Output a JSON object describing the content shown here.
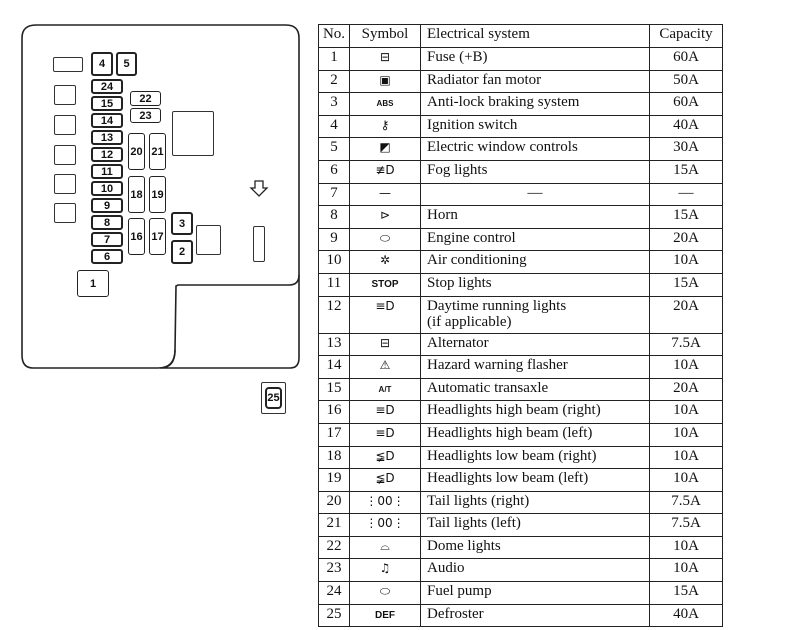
{
  "diagram": {
    "title": "Fuse box layout",
    "arrow_icon": "down-arrow-icon",
    "fuses": [
      {
        "no": "4"
      },
      {
        "no": "5"
      },
      {
        "no": "24"
      },
      {
        "no": "15"
      },
      {
        "no": "14"
      },
      {
        "no": "13"
      },
      {
        "no": "12"
      },
      {
        "no": "11"
      },
      {
        "no": "10"
      },
      {
        "no": "9"
      },
      {
        "no": "8"
      },
      {
        "no": "7"
      },
      {
        "no": "6"
      },
      {
        "no": "1"
      },
      {
        "no": "22"
      },
      {
        "no": "23"
      },
      {
        "no": "20"
      },
      {
        "no": "21"
      },
      {
        "no": "18"
      },
      {
        "no": "19"
      },
      {
        "no": "16"
      },
      {
        "no": "17"
      },
      {
        "no": "3"
      },
      {
        "no": "2"
      }
    ],
    "separate_fuse": "25"
  },
  "table": {
    "headers": {
      "no": "No.",
      "symbol": "Symbol",
      "system": "Electrical system",
      "capacity": "Capacity"
    },
    "rows": [
      {
        "no": "1",
        "symbol": "battery-icon",
        "glyph": "⊟",
        "system": "Fuse (+B)",
        "capacity": "60A"
      },
      {
        "no": "2",
        "symbol": "radiator-fan-icon",
        "glyph": "▣",
        "system": "Radiator fan motor",
        "capacity": "50A"
      },
      {
        "no": "3",
        "symbol": "abs-icon",
        "glyph": "ABS",
        "system": "Anti-lock braking system",
        "capacity": "60A"
      },
      {
        "no": "4",
        "symbol": "ignition-key-icon",
        "glyph": "⚷",
        "system": "Ignition switch",
        "capacity": "40A"
      },
      {
        "no": "5",
        "symbol": "power-window-icon",
        "glyph": "◩",
        "system": "Electric window controls",
        "capacity": "30A"
      },
      {
        "no": "6",
        "symbol": "fog-light-icon",
        "glyph": "≢D",
        "system": "Fog lights",
        "capacity": "15A"
      },
      {
        "no": "7",
        "symbol": "none",
        "glyph": "—",
        "system": "—",
        "capacity": "—"
      },
      {
        "no": "8",
        "symbol": "horn-icon",
        "glyph": "⊳",
        "system": "Horn",
        "capacity": "15A"
      },
      {
        "no": "9",
        "symbol": "engine-icon",
        "glyph": "⬭",
        "system": "Engine control",
        "capacity": "20A"
      },
      {
        "no": "10",
        "symbol": "air-conditioning-icon",
        "glyph": "✲",
        "system": "Air conditioning",
        "capacity": "10A"
      },
      {
        "no": "11",
        "symbol": "stop-text-icon",
        "glyph": "STOP",
        "system": "Stop lights",
        "capacity": "15A"
      },
      {
        "no": "12",
        "symbol": "headlight-icon",
        "glyph": "≡D",
        "system": "Daytime running lights",
        "system_line2": "(if applicable)",
        "capacity": "20A"
      },
      {
        "no": "13",
        "symbol": "battery-icon",
        "glyph": "⊟",
        "system": "Alternator",
        "capacity": "7.5A"
      },
      {
        "no": "14",
        "symbol": "hazard-triangle-icon",
        "glyph": "⚠",
        "system": "Hazard warning flasher",
        "capacity": "10A"
      },
      {
        "no": "15",
        "symbol": "at-text-icon",
        "glyph": "A/T",
        "system": "Automatic transaxle",
        "capacity": "20A"
      },
      {
        "no": "16",
        "symbol": "high-beam-icon",
        "glyph": "≡D",
        "system": "Headlights high beam (right)",
        "capacity": "10A"
      },
      {
        "no": "17",
        "symbol": "high-beam-icon",
        "glyph": "≡D",
        "system": "Headlights high beam (left)",
        "capacity": "10A"
      },
      {
        "no": "18",
        "symbol": "low-beam-icon",
        "glyph": "≨D",
        "system": "Headlights low beam (right)",
        "capacity": "10A"
      },
      {
        "no": "19",
        "symbol": "low-beam-icon",
        "glyph": "≨D",
        "system": "Headlights low beam (left)",
        "capacity": "10A"
      },
      {
        "no": "20",
        "symbol": "tail-light-icon",
        "glyph": "⋮00⋮",
        "system": "Tail lights (right)",
        "capacity": "7.5A"
      },
      {
        "no": "21",
        "symbol": "tail-light-icon",
        "glyph": "⋮00⋮",
        "system": "Tail lights (left)",
        "capacity": "7.5A"
      },
      {
        "no": "22",
        "symbol": "dome-light-icon",
        "glyph": "⌓",
        "system": "Dome lights",
        "capacity": "10A"
      },
      {
        "no": "23",
        "symbol": "music-note-icon",
        "glyph": "♫",
        "system": "Audio",
        "capacity": "10A"
      },
      {
        "no": "24",
        "symbol": "engine-icon",
        "glyph": "⬭",
        "system": "Fuel pump",
        "capacity": "15A"
      },
      {
        "no": "25",
        "symbol": "def-text-icon",
        "glyph": "DEF",
        "system": "Defroster",
        "capacity": "40A"
      }
    ]
  }
}
